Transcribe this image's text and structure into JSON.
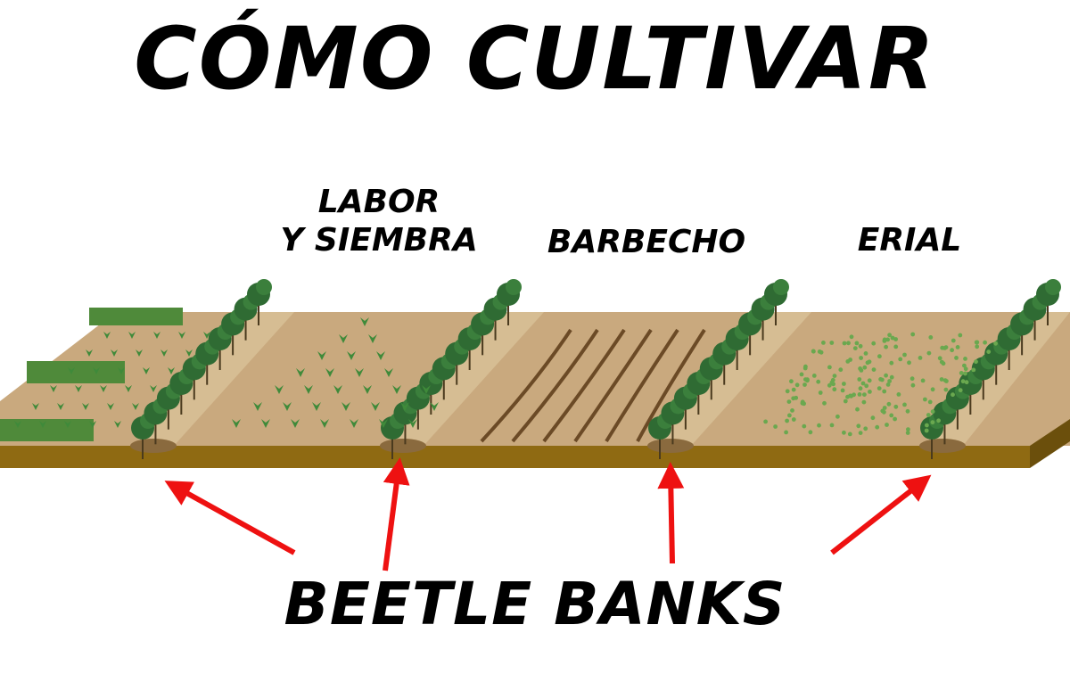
{
  "title": "CÓMO CULTIVAR",
  "zones": [
    {
      "id": "labor",
      "line1": "LABOR",
      "line2": "Y SIEMBRA"
    },
    {
      "id": "barbecho",
      "line1": "BARBECHO"
    },
    {
      "id": "erial",
      "line1": "ERIAL"
    }
  ],
  "callout": "BEETLE BANKS",
  "colors": {
    "soil": "#c9a97e",
    "soil_dark": "#8a6a3e",
    "edge": "#8f6a12",
    "edge_dark": "#6b4f0c",
    "bank": "#d6bd93",
    "tree": "#2f6b33",
    "crop": "#3f8a3a",
    "weeds": "#6aa84f",
    "arrow": "#ee1111"
  }
}
